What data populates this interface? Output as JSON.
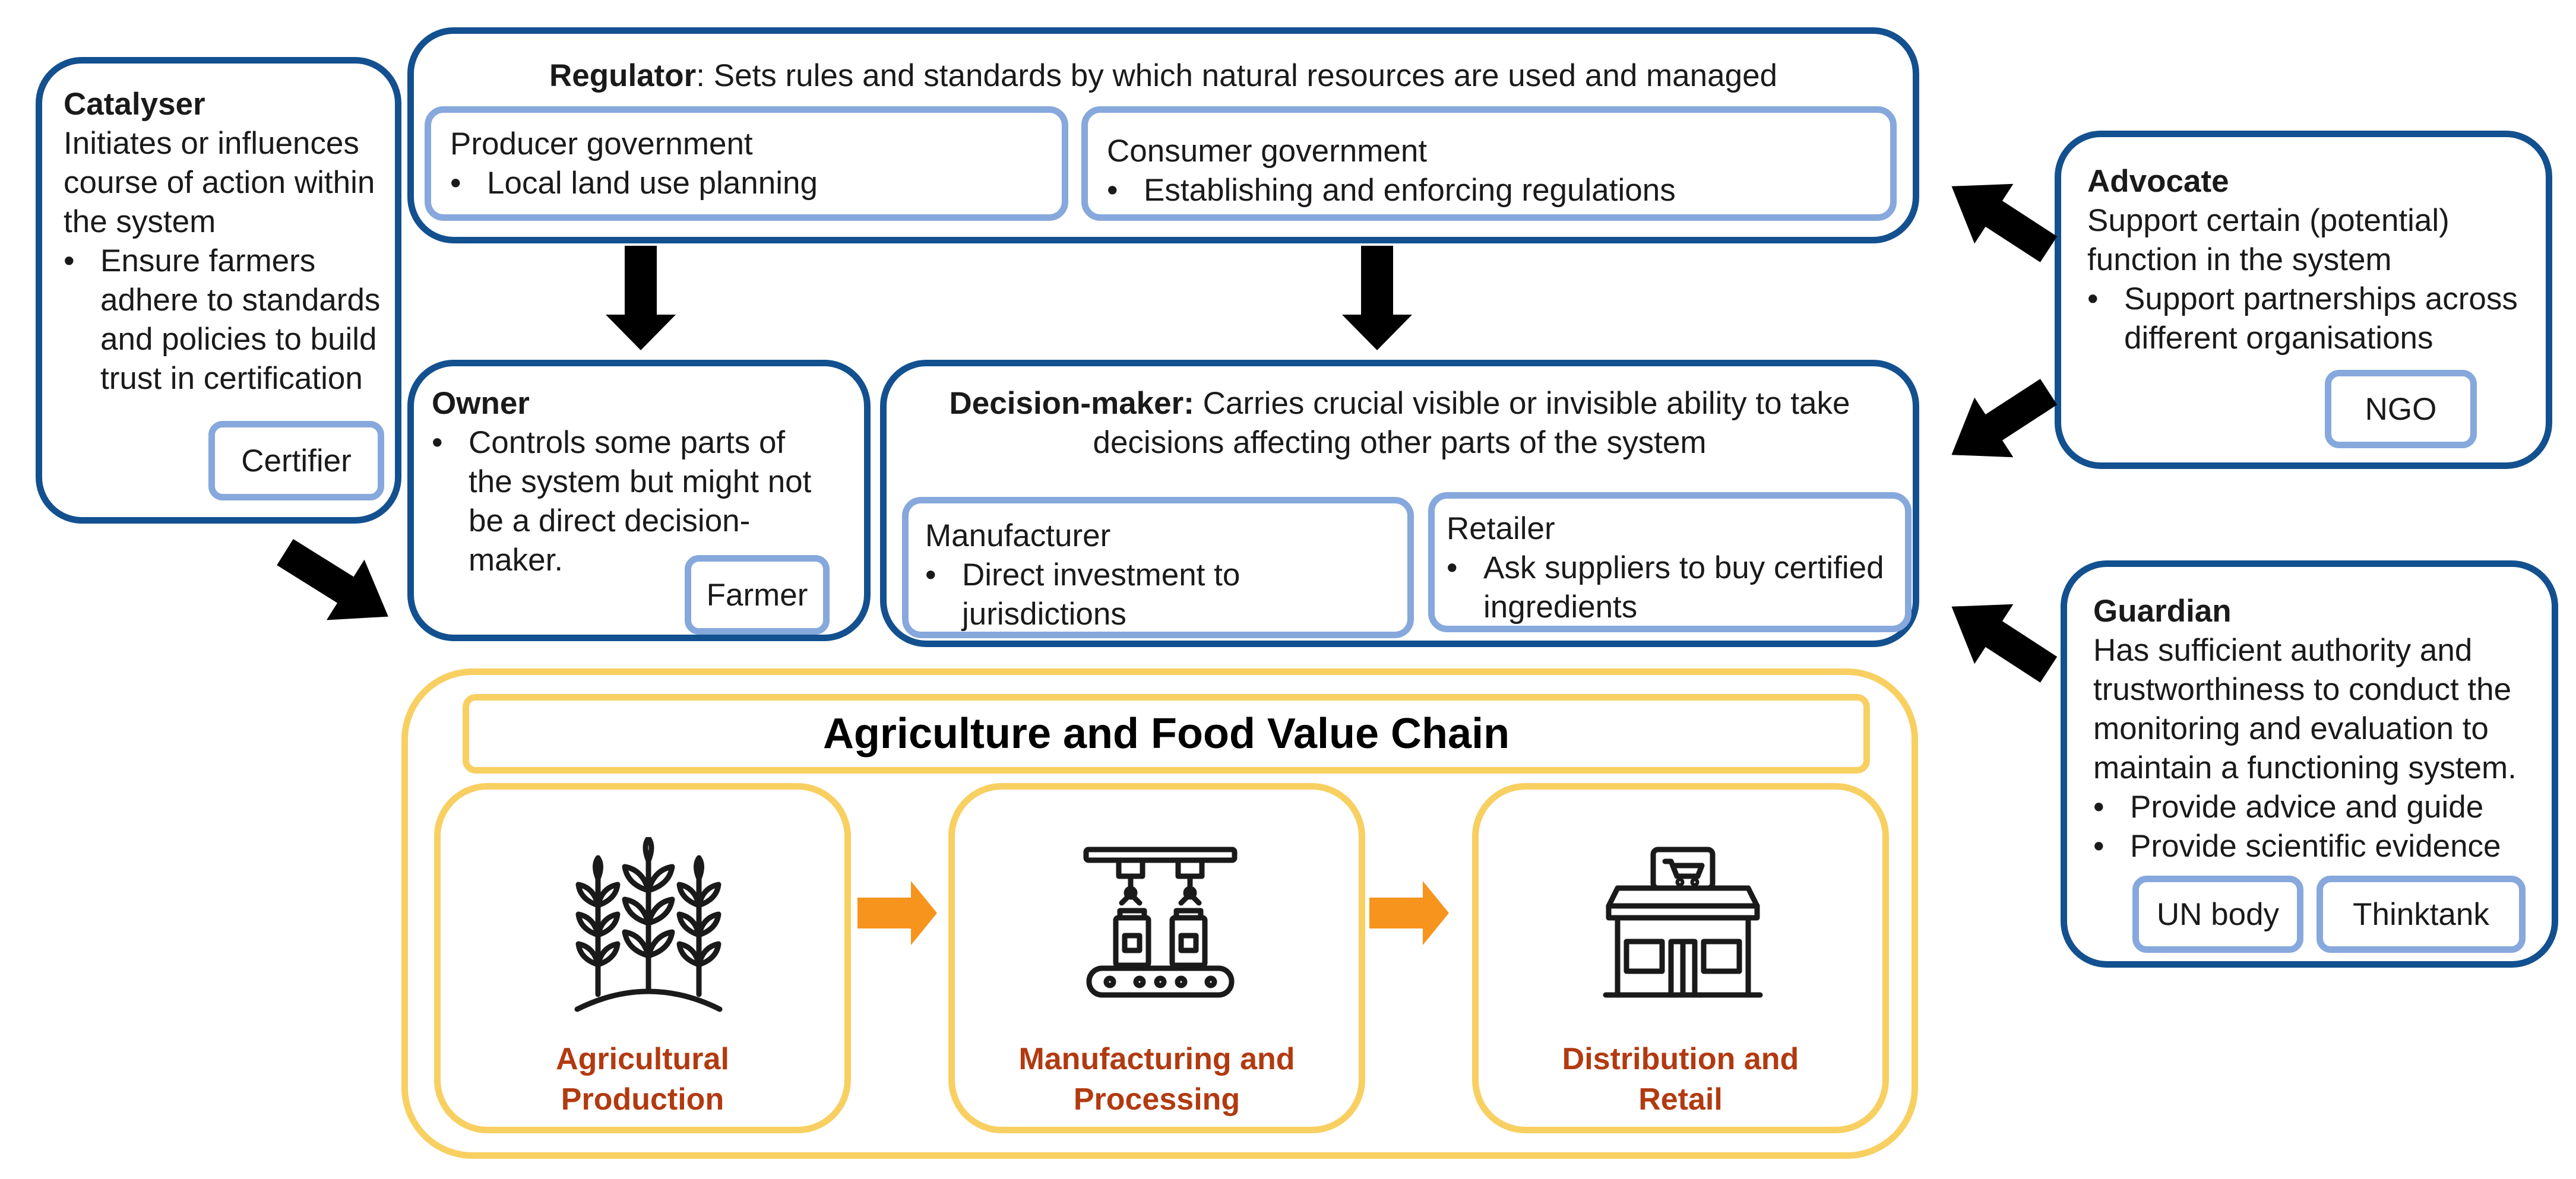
{
  "regulator": {
    "title": "Regulator",
    "desc": ": Sets rules and standards by which natural resources are used and managed",
    "producer": {
      "title": "Producer government",
      "bullet": "Local land use planning"
    },
    "consumer": {
      "title": "Consumer government",
      "bullet": "Establishing and enforcing regulations"
    }
  },
  "catalyser": {
    "title": "Catalyser",
    "desc": "Initiates or influences course of action within the system",
    "bullet": "Ensure farmers adhere to standards and policies to build trust in certification",
    "tag": "Certifier"
  },
  "owner": {
    "title": "Owner",
    "bullet": "Controls some parts of the system but might not be a direct decision-maker.",
    "tag": "Farmer"
  },
  "decision_maker": {
    "title": "Decision-maker:",
    "desc": " Carries crucial visible or invisible ability to take decisions affecting other parts of the system",
    "manufacturer": {
      "title": "Manufacturer",
      "bullet": "Direct investment to jurisdictions"
    },
    "retailer": {
      "title": "Retailer",
      "bullet": "Ask suppliers to buy certified ingredients"
    }
  },
  "advocate": {
    "title": "Advocate",
    "desc": "Support certain (potential) function in the system",
    "bullet": "Support partnerships across different organisations",
    "tag": "NGO"
  },
  "guardian": {
    "title": "Guardian",
    "desc": "Has sufficient authority and trustworthiness to conduct the monitoring and evaluation to maintain a functioning system.",
    "bullets": [
      "Provide advice and guide",
      "Provide scientific evidence"
    ],
    "tags": [
      "UN body",
      "Thinktank"
    ]
  },
  "value_chain": {
    "title": "Agriculture and Food Value Chain",
    "stages": [
      {
        "label": "Agricultural Production",
        "icon": "wheat-icon"
      },
      {
        "label": "Manufacturing and Processing",
        "icon": "factory-robot-icon"
      },
      {
        "label": "Distribution and Retail",
        "icon": "store-icon"
      }
    ]
  },
  "colors": {
    "role_border": "#13508f",
    "sub_border": "#86a8dc",
    "chain_border": "#f8cf61",
    "stage_arrow": "#f7941d",
    "stage_label": "#b23a10",
    "arrow": "#000000"
  }
}
